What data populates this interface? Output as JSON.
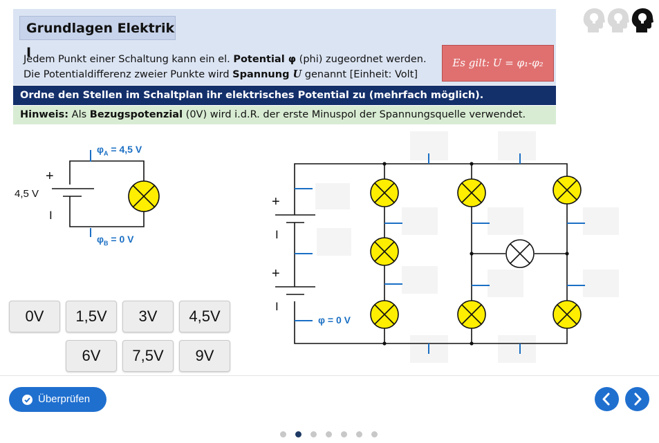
{
  "header": {
    "title": "Grundlagen Elektrik I",
    "intro_line1": [
      "Jedem Punkt einer Schaltung kann ein el. ",
      "Potential φ",
      " (phi) zugeordnet werden."
    ],
    "intro_line2": [
      "Die Potentialdifferenz zweier Punkte wird ",
      "Spannung ",
      "U",
      " genannt [Einheit: Volt]"
    ],
    "formula": "Es gilt: U = φ₁-φ₂"
  },
  "task": "Ordne den Stellen im Schaltplan ihr elektrisches Potential zu (mehrfach möglich).",
  "hint": {
    "bold1": "Hinweis:",
    "text1": " Als ",
    "bold2": "Bezugspotenzial",
    "text2": " (0V) wird i.d.R. der erste Minuspol der Spannungsquelle verwendet."
  },
  "hint_icons": [
    "hint-head-1-icon",
    "hint-head-2-icon",
    "hint-head-3-icon"
  ],
  "example_circuit": {
    "source_voltage": "4,5 V",
    "plus_sign": "+",
    "minus_sign": "I",
    "phi_a_prefix": "φ",
    "phi_a_sub": "A",
    "phi_a_value": " = 4,5 V",
    "phi_b_prefix": "φ",
    "phi_b_sub": "B",
    "phi_b_value": " = 0 V"
  },
  "main_circuit": {
    "plus_sign": "+",
    "minus_sign": "I",
    "reference_label": "φ = 0 V"
  },
  "tiles": [
    "0V",
    "1,5V",
    "3V",
    "4,5V",
    "6V",
    "7,5V",
    "9V"
  ],
  "footer": {
    "check_label": "Überprüfen",
    "page_count": 7,
    "current_page": 2
  },
  "colors": {
    "accent": "#1f6fcf",
    "task_bar": "#14306b",
    "hint_bar": "#d8ecd3",
    "formula_box": "#e07070",
    "lamp": "#ffee00",
    "label_blue": "#1a6fc4"
  }
}
